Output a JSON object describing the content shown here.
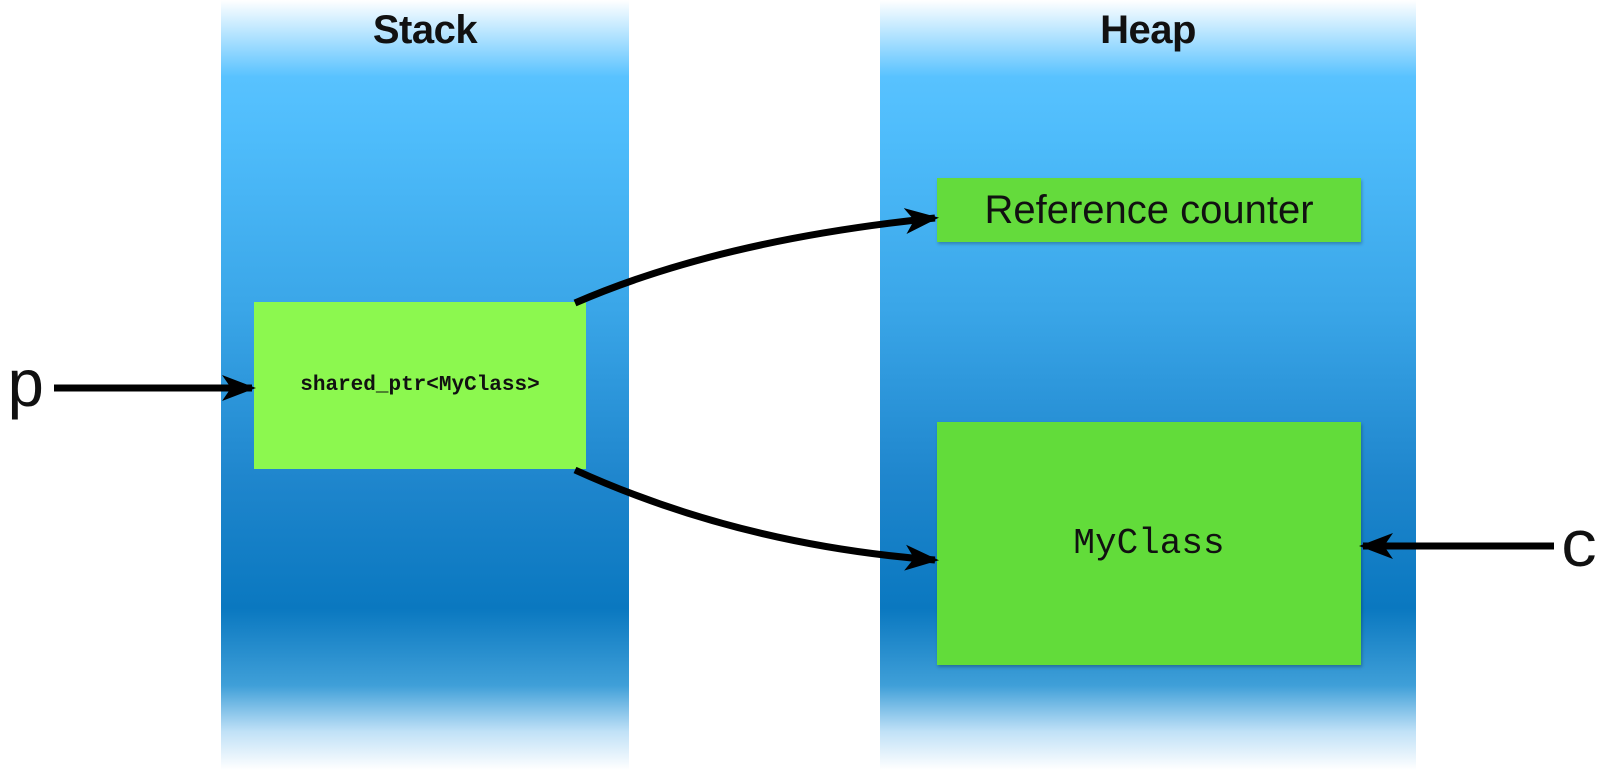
{
  "stack": {
    "title": "Stack"
  },
  "heap": {
    "title": "Heap"
  },
  "boxes": {
    "shared_ptr": "shared_ptr<MyClass>",
    "reference_counter": "Reference counter",
    "myclass": "MyClass"
  },
  "variables": {
    "p": "p",
    "c": "c"
  },
  "colors": {
    "column_blue": "#3aa6e8",
    "shared_ptr_green": "#8cf84f",
    "heap_green": "#62dc3a",
    "arrow": "#000000"
  }
}
